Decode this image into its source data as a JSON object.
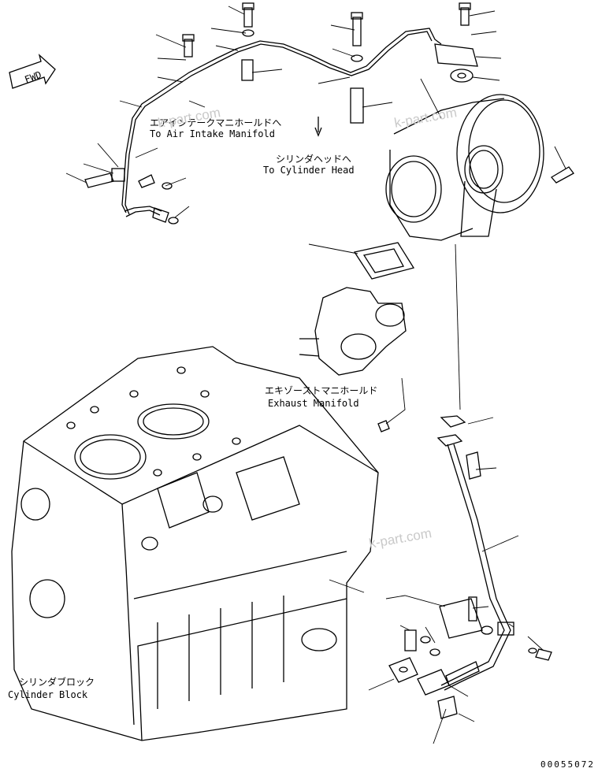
{
  "labels": {
    "air_intake_jp": "エアインテークマニホールドへ",
    "air_intake_en": "To Air Intake Manifold",
    "cyl_head_jp": "シリンダヘッドへ",
    "cyl_head_en": "To Cylinder Head",
    "exhaust_jp": "エキゾーストマニホールド",
    "exhaust_en": "Exhaust Manifold",
    "cyl_block_jp": "シリンダブロック",
    "cyl_block_en": "Cylinder Block",
    "fwd": "FWD"
  },
  "watermarks": [
    "k-part.com",
    "k-part.com",
    "k-part.com"
  ],
  "figure_number": "00055072"
}
